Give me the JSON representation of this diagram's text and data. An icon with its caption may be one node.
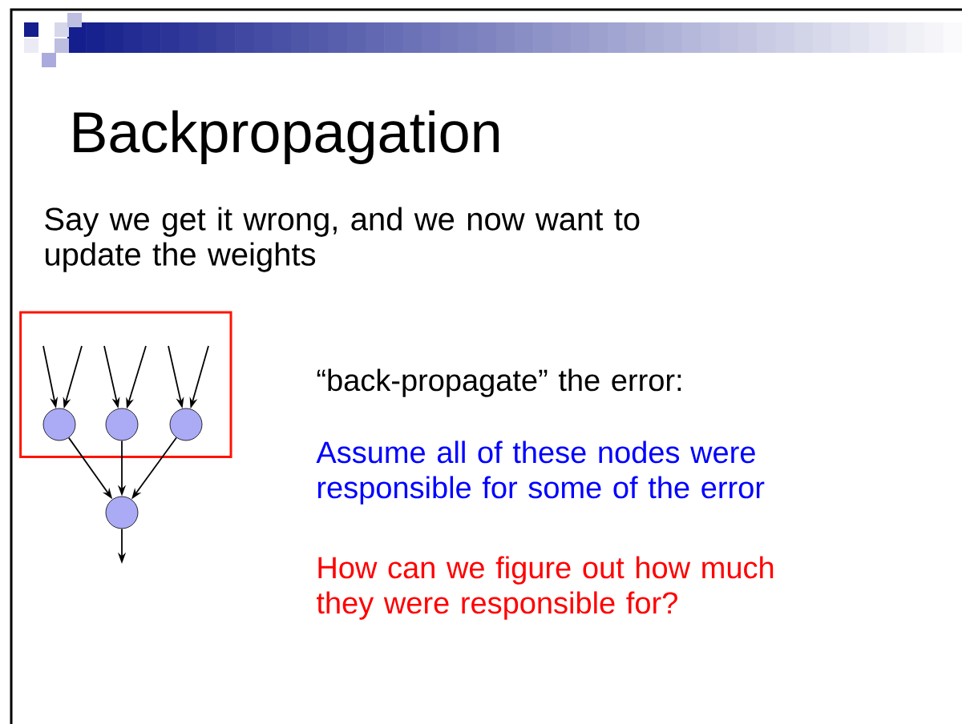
{
  "diagram": {
    "title": "Backpropagation",
    "nodes": [
      {
        "text": [],
        "shape": "box"
      },
      {
        "text": [],
        "shape": "circle",
        "in": 0
      },
      {
        "text": [],
        "shape": "circle",
        "in": 0
      },
      {
        "text": [],
        "shape": "circle",
        "in": 0
      },
      {
        "text": [],
        "shape": "circle"
      }
    ],
    "edges": [
      {
        "from": null,
        "to": 1,
        "arrow": "to"
      },
      {
        "from": null,
        "to": 1,
        "arrow": "to"
      },
      {
        "from": null,
        "to": 2,
        "arrow": "to"
      },
      {
        "from": null,
        "to": 2,
        "arrow": "to"
      },
      {
        "from": null,
        "to": 3,
        "arrow": "to"
      },
      {
        "from": null,
        "to": 3,
        "arrow": "to"
      },
      {
        "from": 1,
        "to": 4,
        "arrow": "to"
      },
      {
        "from": 2,
        "to": 4,
        "arrow": "to"
      },
      {
        "from": 3,
        "to": 4,
        "arrow": "to"
      },
      {
        "from": 4,
        "to": null,
        "arrow": "to"
      }
    ],
    "labels": [
      "Say we get it wrong, and we now want to update the weights",
      "“back-propagate” the error:",
      "Assume all of these nodes were responsible for some of the error",
      "How can we figure out how much they were responsible for?"
    ]
  }
}
